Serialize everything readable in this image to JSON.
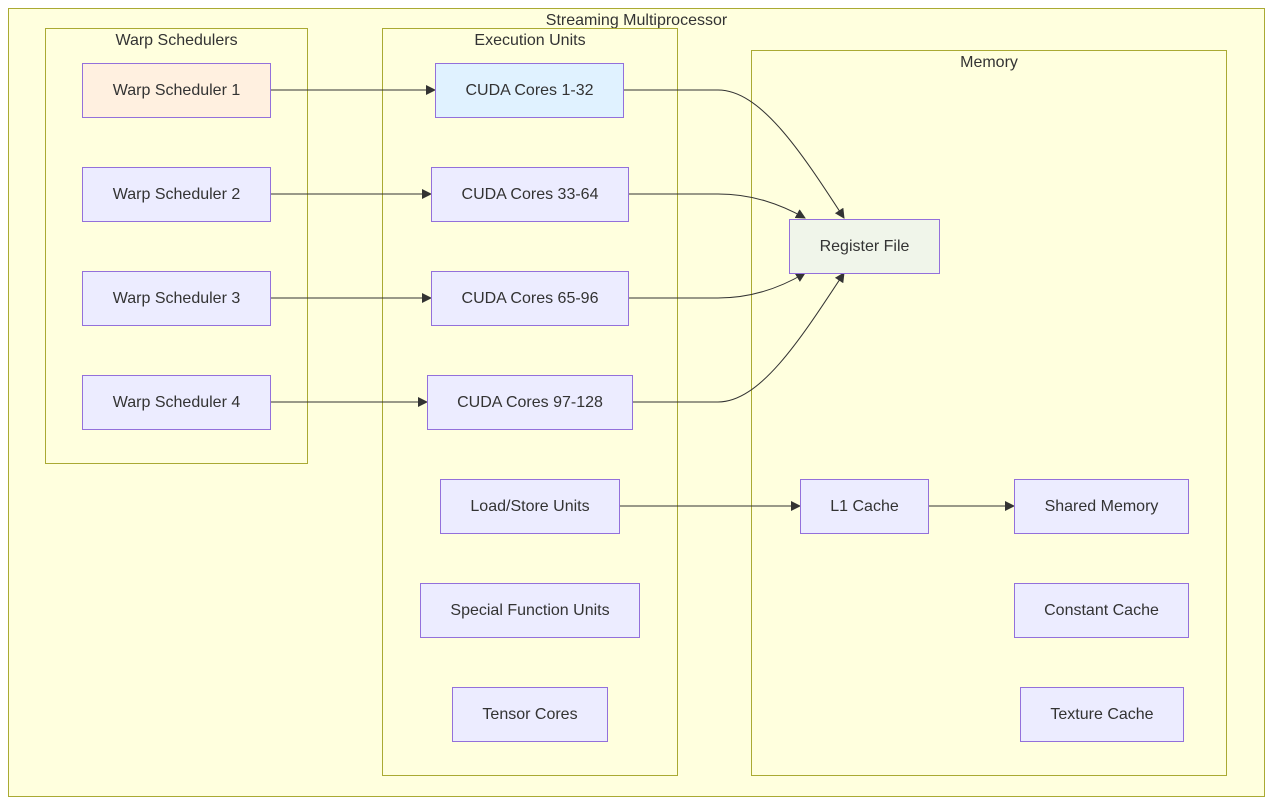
{
  "clusters": {
    "sm": {
      "title": "Streaming Multiprocessor"
    },
    "warp": {
      "title": "Warp Schedulers"
    },
    "exec": {
      "title": "Execution Units"
    },
    "memory": {
      "title": "Memory"
    }
  },
  "nodes": {
    "ws1": {
      "label": "Warp Scheduler 1",
      "fill": "#fff0e0"
    },
    "ws2": {
      "label": "Warp Scheduler 2"
    },
    "ws3": {
      "label": "Warp Scheduler 3"
    },
    "ws4": {
      "label": "Warp Scheduler 4"
    },
    "cc1": {
      "label": "CUDA Cores 1-32",
      "fill": "#e0f2ff"
    },
    "cc2": {
      "label": "CUDA Cores 33-64"
    },
    "cc3": {
      "label": "CUDA Cores 65-96"
    },
    "cc4": {
      "label": "CUDA Cores 97-128"
    },
    "lsu": {
      "label": "Load/Store Units"
    },
    "sfu": {
      "label": "Special Function Units"
    },
    "tensor": {
      "label": "Tensor Cores"
    },
    "regfile": {
      "label": "Register File",
      "fill": "#f0f5ea"
    },
    "l1": {
      "label": "L1 Cache"
    },
    "shared": {
      "label": "Shared Memory"
    },
    "constant": {
      "label": "Constant Cache"
    },
    "texture": {
      "label": "Texture Cache"
    }
  },
  "colors": {
    "cluster_fill": "#ffffde",
    "cluster_border": "#aaaa33",
    "node_fill": "#ececff",
    "node_border": "#9370db",
    "edge": "#333333",
    "text": "#333333"
  }
}
